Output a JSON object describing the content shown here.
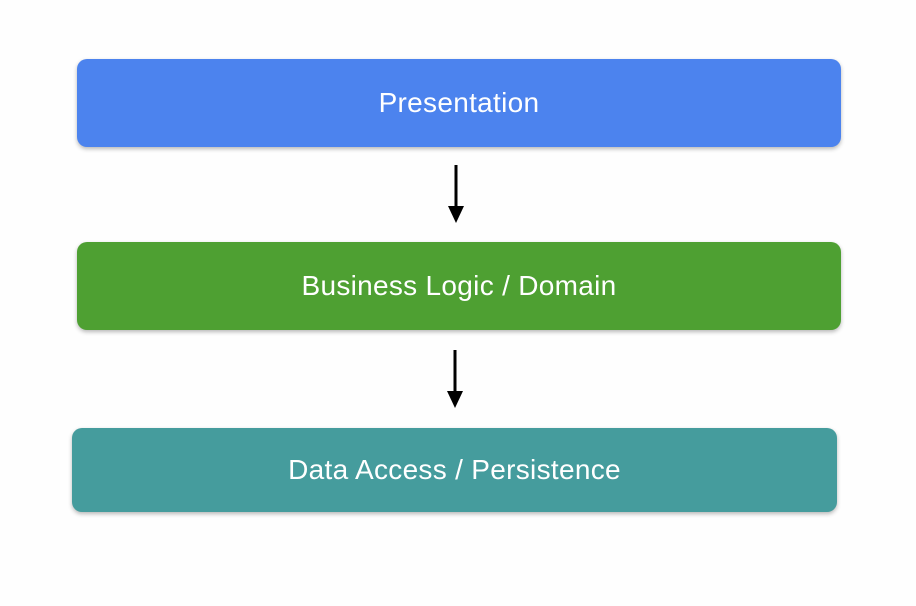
{
  "diagram": {
    "background_color": "#FEFEFE",
    "layers": [
      {
        "label": "Presentation",
        "color": "#4C83EE",
        "text_color": "#FFFFFF"
      },
      {
        "label": "Business Logic / Domain",
        "color": "#4EA032",
        "text_color": "#FFFFFF"
      },
      {
        "label": "Data Access / Persistence",
        "color": "#459C9D",
        "text_color": "#FFFFFF"
      }
    ],
    "connectors": [
      {
        "from": "Presentation",
        "to": "Business Logic / Domain",
        "direction": "down",
        "color": "#000000"
      },
      {
        "from": "Business Logic / Domain",
        "to": "Data Access / Persistence",
        "direction": "down",
        "color": "#000000"
      }
    ]
  }
}
